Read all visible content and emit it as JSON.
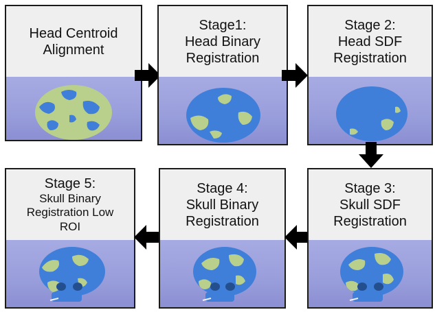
{
  "stages": [
    {
      "lines": [
        "Head Centroid",
        "Alignment"
      ],
      "image": "head-surface-centroid-aligned"
    },
    {
      "lines": [
        "Stage1:",
        "Head Binary",
        "Registration"
      ],
      "image": "head-surface-binary-registered"
    },
    {
      "lines": [
        "Stage 2:",
        "Head SDF",
        "Registration"
      ],
      "image": "head-surface-sdf-registered"
    },
    {
      "lines": [
        "Stage 3:",
        "Skull SDF",
        "Registration"
      ],
      "image": "skull-surface-sdf-registered"
    },
    {
      "lines": [
        "Stage 4:",
        "Skull Binary",
        "Registration"
      ],
      "image": "skull-surface-binary-registered"
    },
    {
      "lines": [
        "Stage 5:",
        "Skull Binary",
        "Registration Low",
        "ROI"
      ],
      "image": "skull-surface-binary-low-roi"
    }
  ],
  "colors": {
    "surface_blue": "#3f7fd9",
    "surface_green": "#b9cf8c",
    "viewport": "#9a9fdc",
    "arrow": "#000000"
  }
}
